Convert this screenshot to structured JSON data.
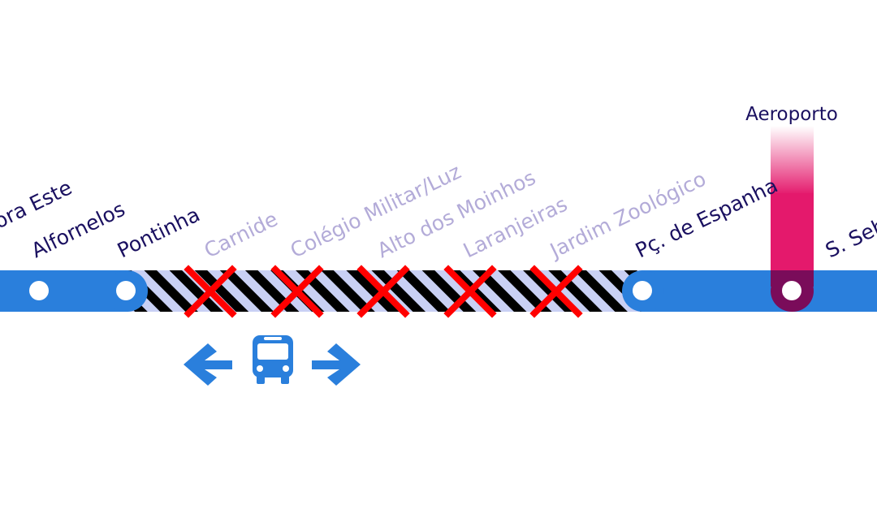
{
  "colors": {
    "line_blue": "#2a7fdc",
    "branch_magenta": "#e4196c",
    "branch_dark": "#7a0c5a",
    "closed_stripe_dark": "#000000",
    "closed_stripe_light": "#c9d0f4",
    "closed_marker": "#ff0000",
    "label_active": "#1a1060",
    "label_closed": "#b3abd8",
    "station_dot": "#ffffff",
    "bus_icon": "#2a7fdc"
  },
  "stations": {
    "partial_left": {
      "label": "ora Este",
      "status": "open"
    },
    "alfornelos": {
      "label": "Alfornelos",
      "status": "open"
    },
    "pontinha": {
      "label": "Pontinha",
      "status": "open"
    },
    "carnide": {
      "label": "Carnide",
      "status": "closed"
    },
    "colegio_militar": {
      "label": "Colégio Militar/Luz",
      "status": "closed"
    },
    "alto_dos_moinhos": {
      "label": "Alto dos Moinhos",
      "status": "closed"
    },
    "laranjeiras": {
      "label": "Laranjeiras",
      "status": "closed"
    },
    "jardim_zoologico": {
      "label": "Jardim Zoológico",
      "status": "closed"
    },
    "pc_de_espanha": {
      "label": "Pç. de Espanha",
      "status": "open"
    },
    "s_sebastiao": {
      "label": "S. Seb",
      "status": "open"
    }
  },
  "branch": {
    "label": "Aeroporto"
  },
  "replacement_service": {
    "icon": "bus-icon",
    "left_arrow_icon": "arrow-left-icon",
    "right_arrow_icon": "arrow-right-icon"
  }
}
